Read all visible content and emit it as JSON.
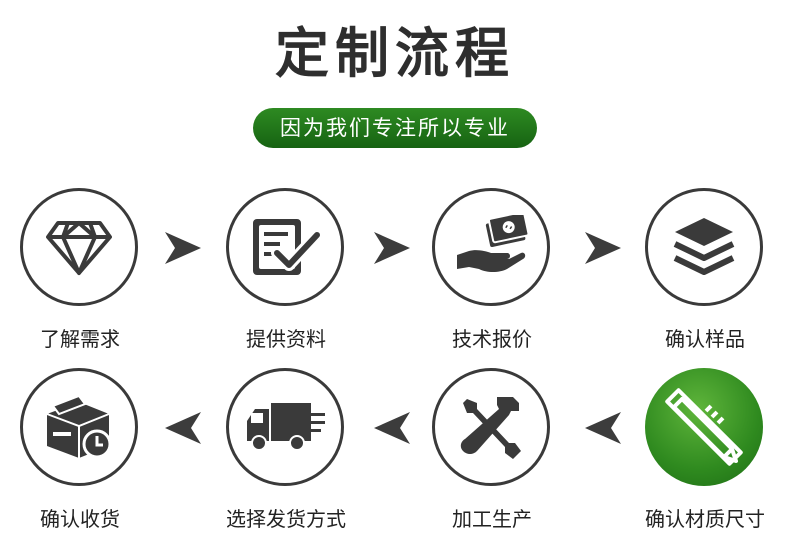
{
  "header": {
    "title": "定制流程",
    "subtitle": "因为我们专注所以专业"
  },
  "steps": [
    {
      "label": "了解需求",
      "icon": "diamond-icon"
    },
    {
      "label": "提供资料",
      "icon": "document-check-icon"
    },
    {
      "label": "技术报价",
      "icon": "money-hand-icon"
    },
    {
      "label": "确认样品",
      "icon": "layers-icon"
    },
    {
      "label": "确认材质尺寸",
      "icon": "ruler-pencil-icon"
    },
    {
      "label": "加工生产",
      "icon": "tools-icon"
    },
    {
      "label": "选择发货方式",
      "icon": "truck-icon"
    },
    {
      "label": "确认收货",
      "icon": "package-clock-icon"
    }
  ],
  "colors": {
    "accent_green": "#1e6f18",
    "stroke": "#3a3a3a",
    "arrow": "#3c3c3c"
  }
}
